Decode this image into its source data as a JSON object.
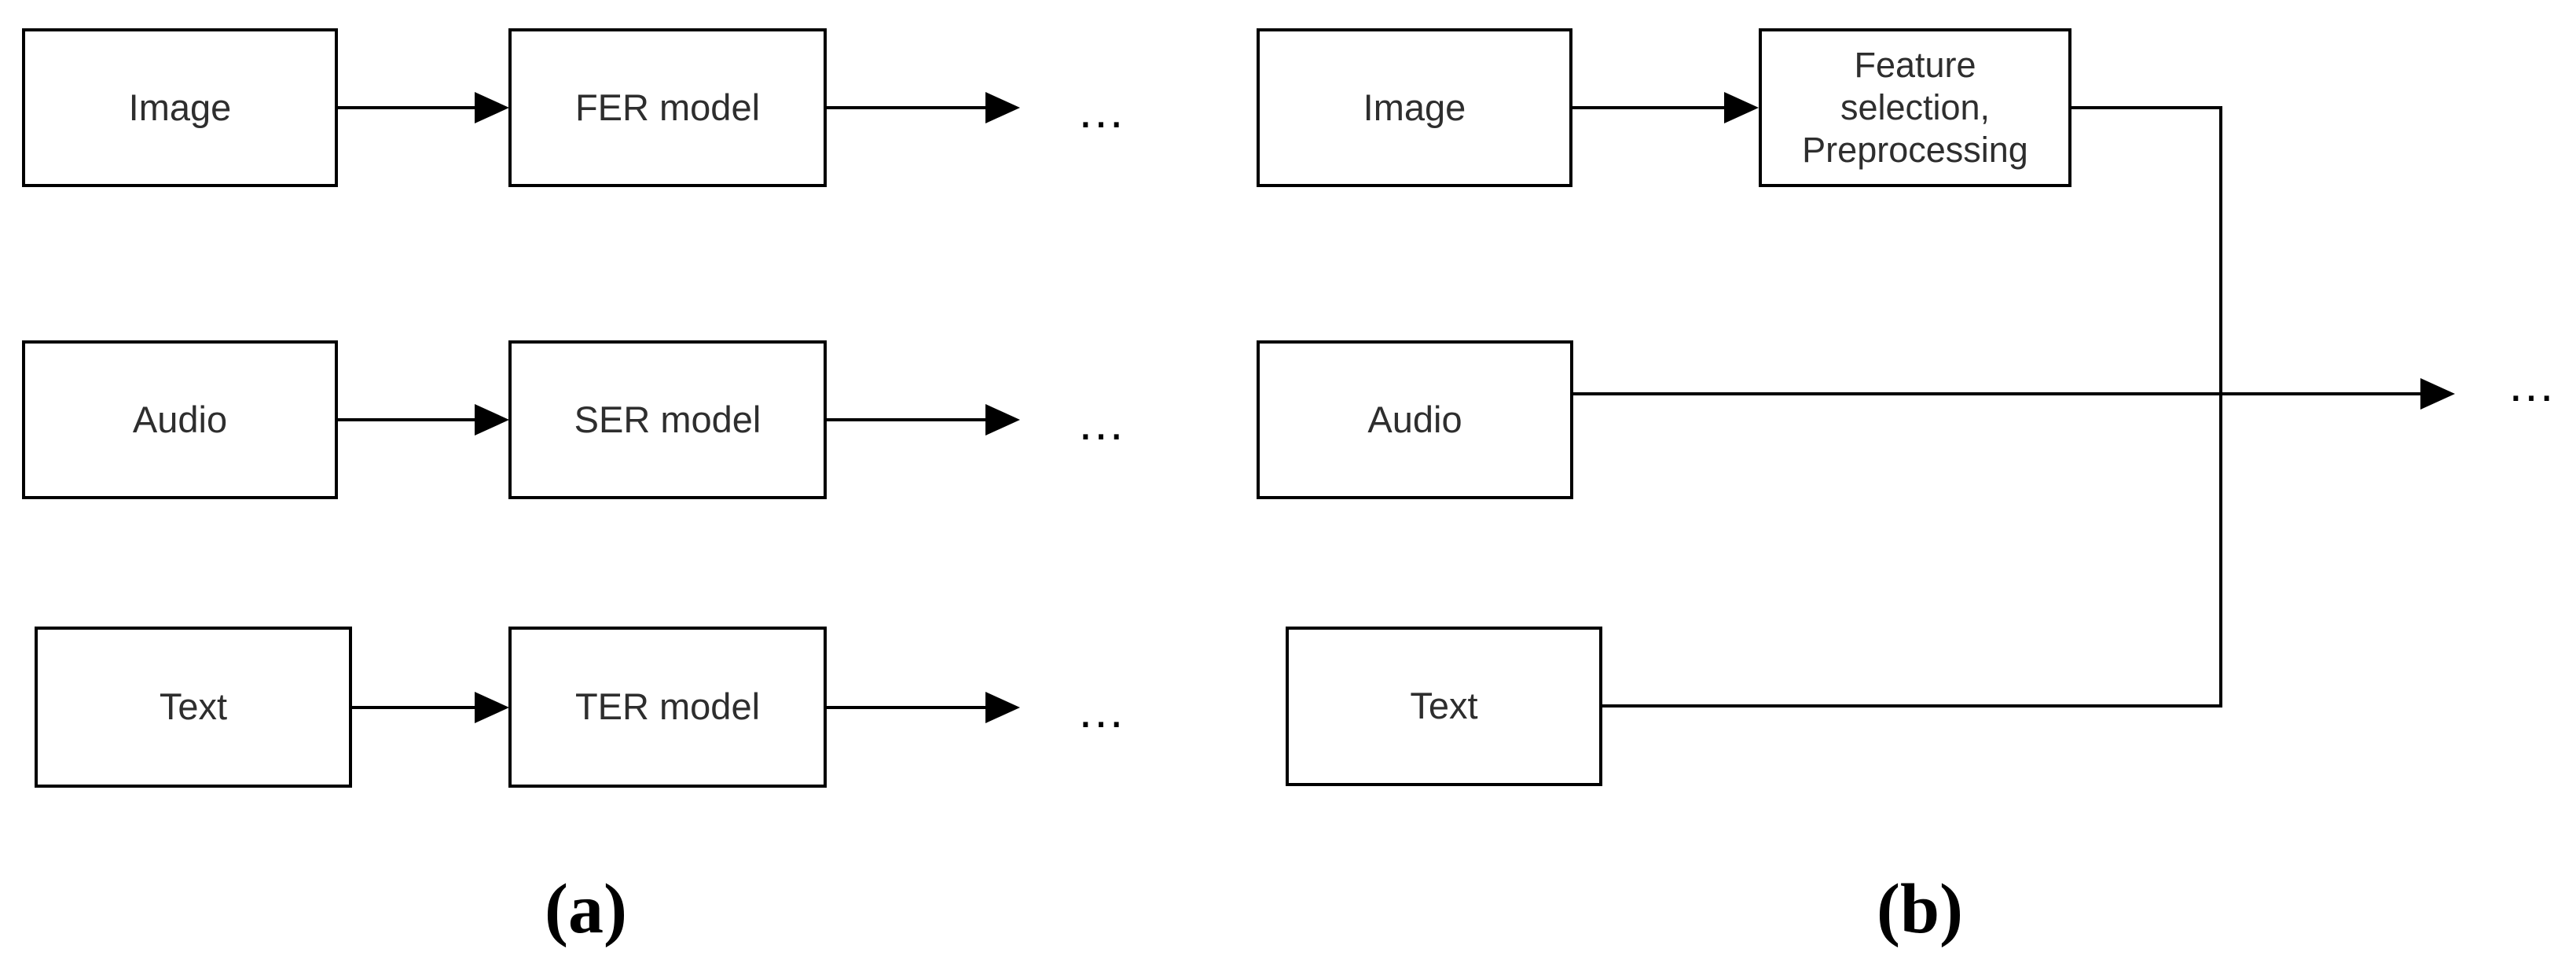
{
  "figure": {
    "background_color": "#ffffff",
    "line_color": "#000000",
    "box_text_color": "#2e2e2e",
    "ellipsis": "…",
    "panel_a": {
      "caption": "(a)",
      "rows": [
        {
          "input": "Image",
          "model": "FER model"
        },
        {
          "input": "Audio",
          "model": "SER model"
        },
        {
          "input": "Text",
          "model": "TER model"
        }
      ]
    },
    "panel_b": {
      "caption": "(b)",
      "image_label": "Image",
      "audio_label": "Audio",
      "text_label": "Text",
      "feature_label": "Feature\nselection,\nPreprocessing"
    }
  }
}
